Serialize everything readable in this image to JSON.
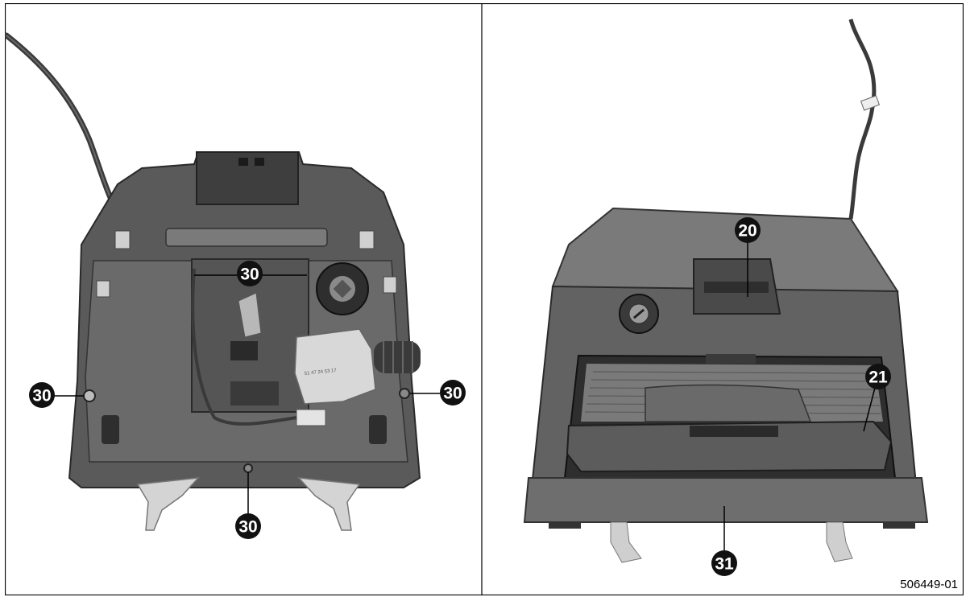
{
  "figure_number": "506449-01",
  "callouts": [
    {
      "id": "c30a",
      "label": "30"
    },
    {
      "id": "c30b",
      "label": "30"
    },
    {
      "id": "c30c",
      "label": "30"
    },
    {
      "id": "c30d",
      "label": "30"
    },
    {
      "id": "c20",
      "label": "20"
    },
    {
      "id": "c21",
      "label": "21"
    },
    {
      "id": "c31",
      "label": "31"
    }
  ],
  "colors": {
    "plastic_dark": "#4a4a4a",
    "plastic_mid": "#6b6b6b",
    "plastic_light": "#8a8a8a",
    "callout_fill": "#111111",
    "border": "#000000"
  }
}
